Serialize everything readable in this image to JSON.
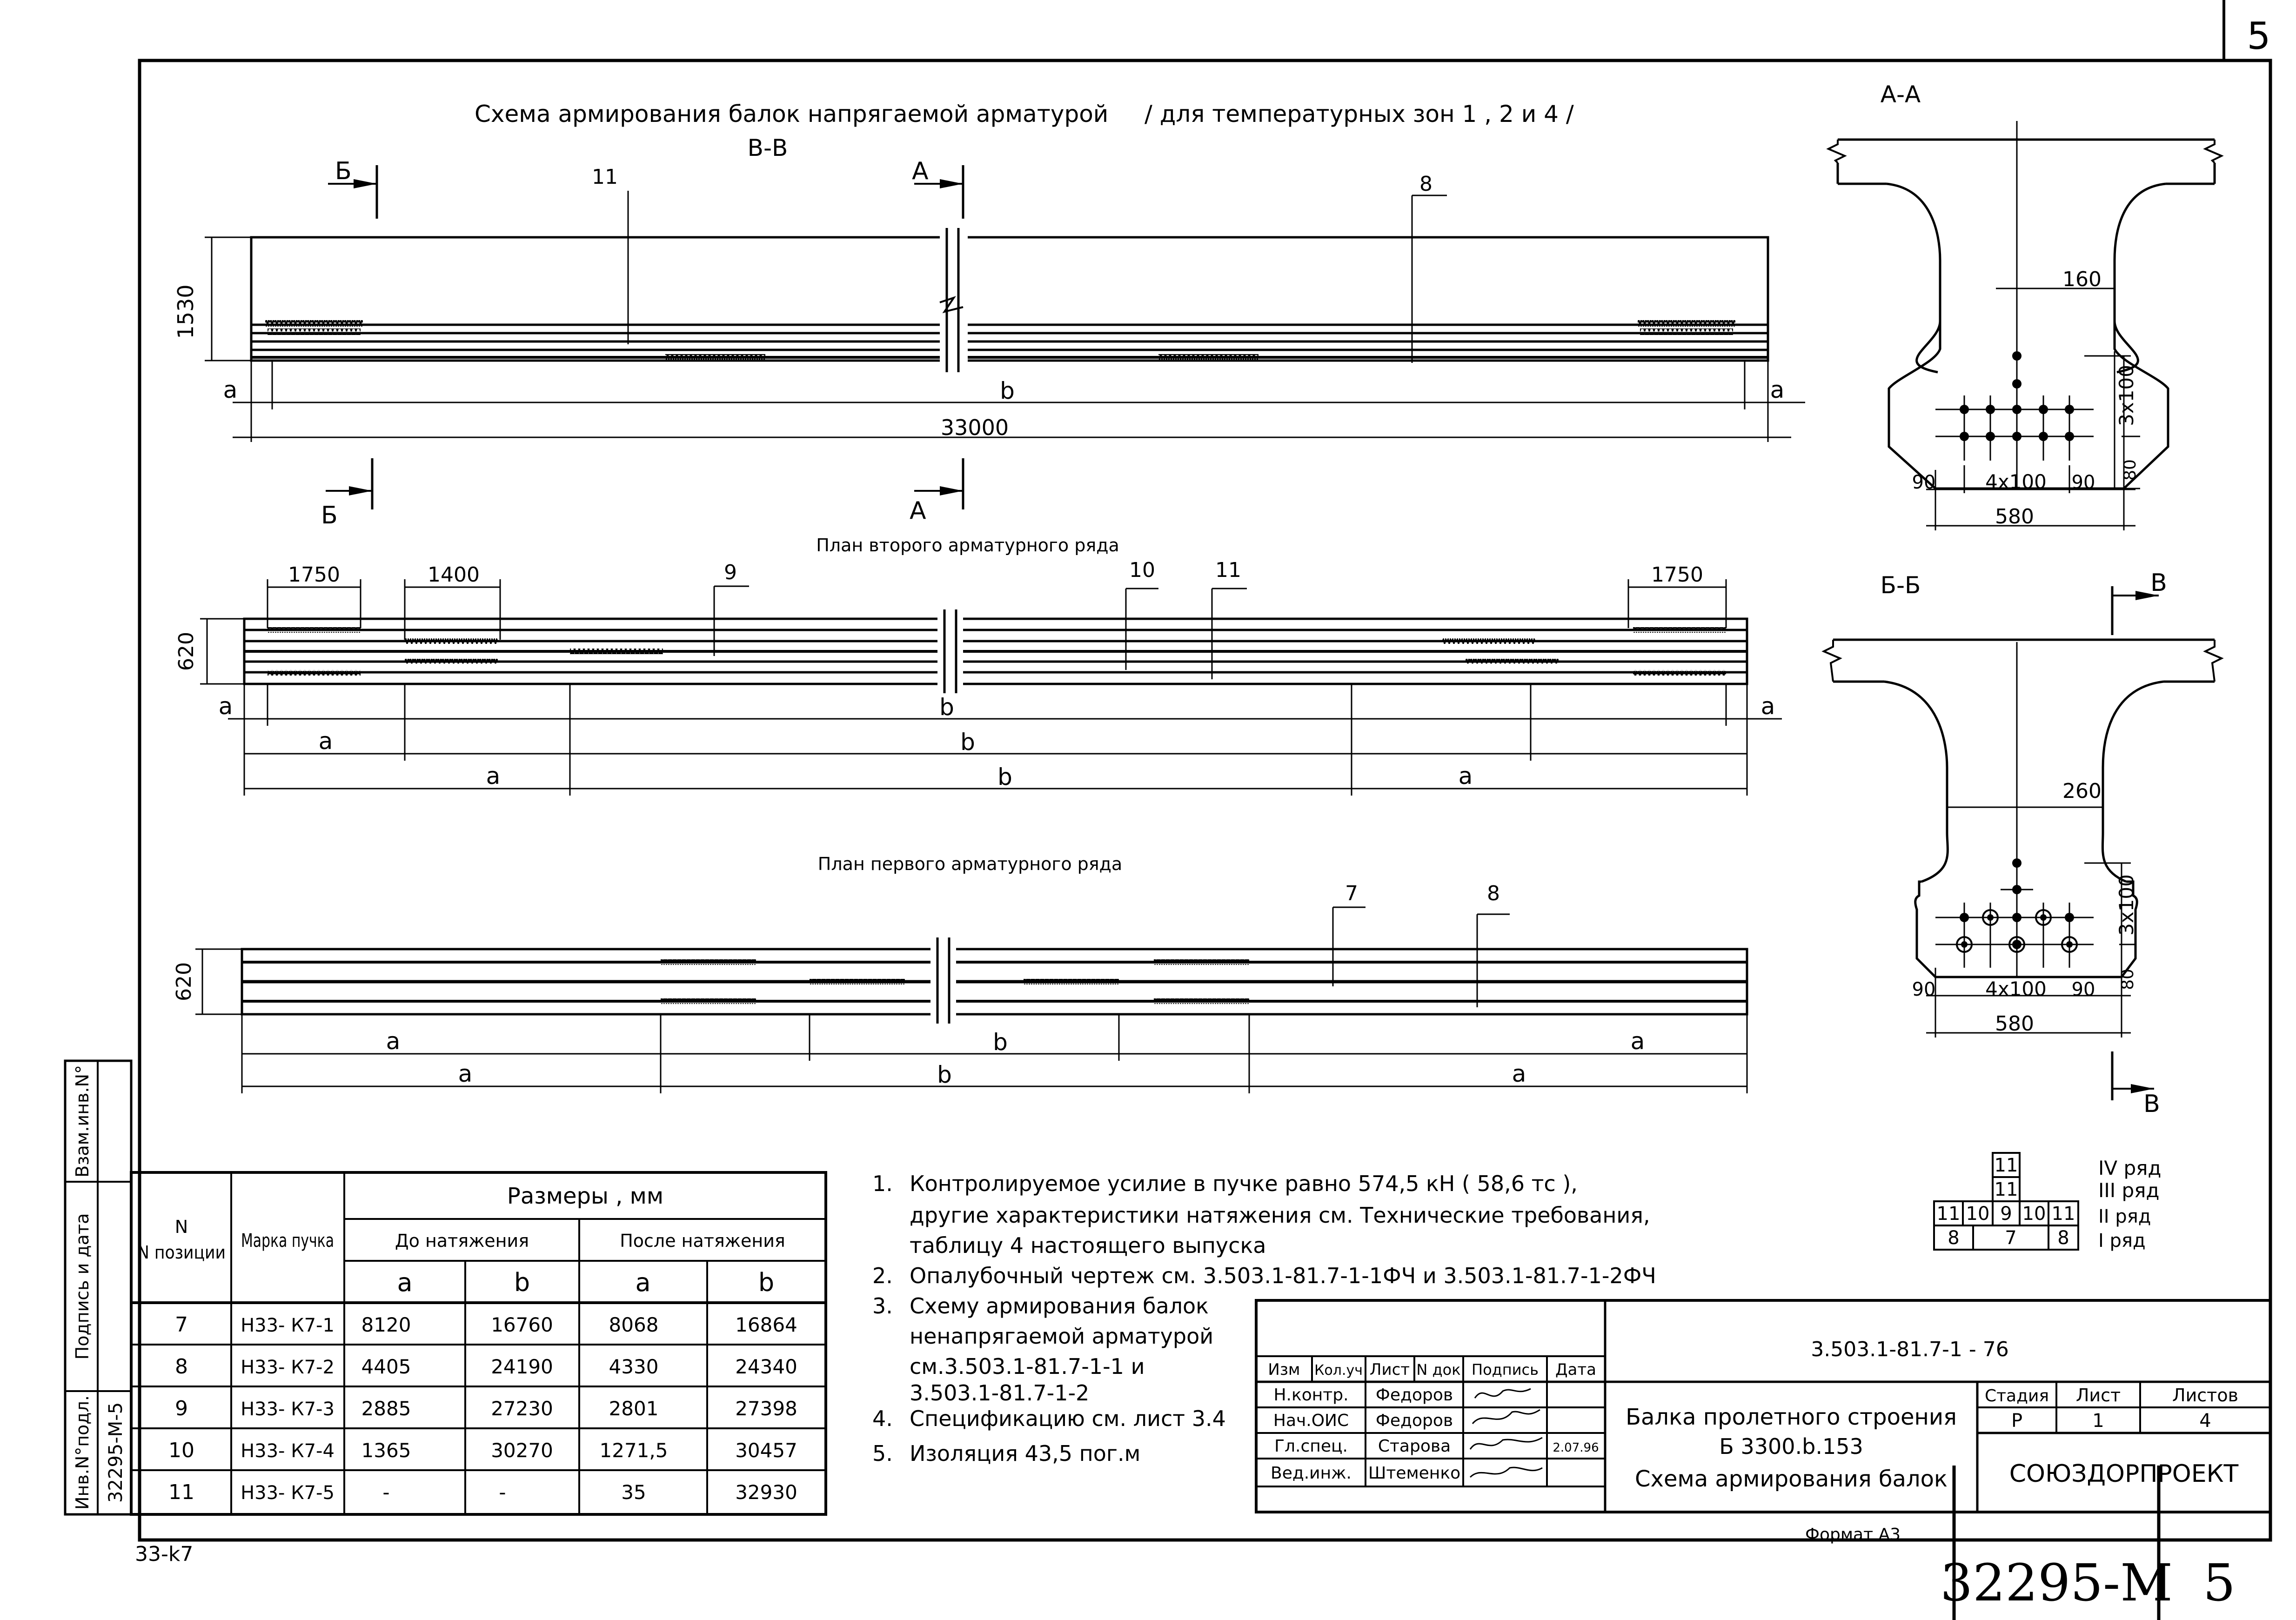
{
  "sheet": {
    "number_top": "5",
    "number_bottom": "5",
    "code": "32295-M",
    "format": "Формат А3",
    "bottom_left": "33-k7"
  },
  "main_title": "Схема армирования балок напрягаемой арматурой",
  "zones": "/ для температурных зон 1 , 2 и 4 /",
  "elevation": {
    "title": "В-В",
    "height": "1530",
    "length": "33000",
    "cut_b": "Б",
    "cut_a": "А",
    "labels": {
      "a": "a",
      "b": "b",
      "pos11": "11",
      "pos8": "8"
    }
  },
  "plan2": {
    "title": "План второго арматурного ряда",
    "width": "620",
    "dim1750": "1750",
    "dim1400": "1400",
    "pos9": "9",
    "pos10": "10",
    "pos11": "11",
    "a": "a",
    "b": "b"
  },
  "plan1": {
    "title": "План первого арматурного ряда",
    "width": "620",
    "pos7": "7",
    "pos8": "8",
    "a": "a",
    "b": "b"
  },
  "section_aa": {
    "title": "А-А",
    "web": "160",
    "vert": "3x100",
    "horiz": "4x100",
    "side": "90",
    "bottom": "80",
    "width": "580"
  },
  "section_bb": {
    "title": "Б-Б",
    "web": "260",
    "vert": "3x100",
    "horiz": "4x100",
    "side": "90",
    "bottom": "80",
    "width": "580",
    "cut": "В"
  },
  "rows_legend": {
    "rows": [
      {
        "cells": [
          "11"
        ],
        "label": "IV ряд"
      },
      {
        "cells": [
          "11"
        ],
        "label": "III ряд"
      },
      {
        "cells": [
          "11",
          "10",
          "9",
          "10",
          "11"
        ],
        "label": "II ряд"
      },
      {
        "cells": [
          "8",
          "7",
          "8"
        ],
        "label": "I ряд"
      }
    ]
  },
  "table": {
    "h_pos": "N позиции",
    "h_mark": "Марка пучка",
    "h_sizes": "Размеры , мм",
    "h_before": "До натяжения",
    "h_after": "После натяжения",
    "h_a": "a",
    "h_b": "b",
    "rows": [
      {
        "pos": "7",
        "mark": "Н33- К7-1",
        "a1": "8120",
        "b1": "16760",
        "a2": "8068",
        "b2": "16864"
      },
      {
        "pos": "8",
        "mark": "Н33- К7-2",
        "a1": "4405",
        "b1": "24190",
        "a2": "4330",
        "b2": "24340"
      },
      {
        "pos": "9",
        "mark": "Н33- К7-3",
        "a1": "2885",
        "b1": "27230",
        "a2": "2801",
        "b2": "27398"
      },
      {
        "pos": "10",
        "mark": "Н33- К7-4",
        "a1": "1365",
        "b1": "30270",
        "a2": "1271,5",
        "b2": "30457"
      },
      {
        "pos": "11",
        "mark": "Н33- К7-5",
        "a1": "-",
        "b1": "-",
        "a2": "35",
        "b2": "32930"
      }
    ]
  },
  "notes": [
    {
      "n": "1.",
      "lines": [
        "Контролируемое усилие в пучке равно 574,5 кН ( 58,6 тс ),",
        "другие характеристики натяжения см. Технические требования,",
        "таблицу 4 настоящего выпуска"
      ]
    },
    {
      "n": "2.",
      "lines": [
        "Опалубочный чертеж см. 3.503.1-81.7-1-1ФЧ и 3.503.1-81.7-1-2ФЧ"
      ]
    },
    {
      "n": "3.",
      "lines": [
        "Схему армирования балок",
        "ненапрягаемой арматурой",
        "см.3.503.1-81.7-1-1 и",
        "3.503.1-81.7-1-2"
      ]
    },
    {
      "n": "4.",
      "lines": [
        "Спецификацию см. лист 3.4"
      ]
    },
    {
      "n": "5.",
      "lines": [
        "Изоляция 43,5 пог.м"
      ]
    }
  ],
  "stamp": {
    "doc": "3.503.1-81.7-1 - 76",
    "headers": [
      "Изм",
      "Кол.уч",
      "Лист",
      "N док",
      "Подпись",
      "Дата"
    ],
    "people": [
      {
        "role": "Н.контр.",
        "name": "Федоров",
        "date": ""
      },
      {
        "role": "Нач.ОИС",
        "name": "Федоров",
        "date": ""
      },
      {
        "role": "Гл.спец.",
        "name": "Старова",
        "date": "2.07.96"
      },
      {
        "role": "Вед.инж.",
        "name": "Штеменко",
        "date": ""
      }
    ],
    "title": [
      "Балка пролетного строения",
      "Б 3300.b.153",
      "Схема армирования балок"
    ],
    "stage_h": "Стадия",
    "sheet_h": "Лист",
    "sheets_h": "Листов",
    "stage": "Р",
    "sheet": "1",
    "sheets": "4",
    "org": "СОЮЗДОРПРОЕКТ"
  },
  "side_stamp": {
    "inv": "Инв.N°подл.",
    "inv_val": "32295-M-5",
    "sign": "Подпись и дата",
    "vzam": "Взам.инв.N°"
  }
}
